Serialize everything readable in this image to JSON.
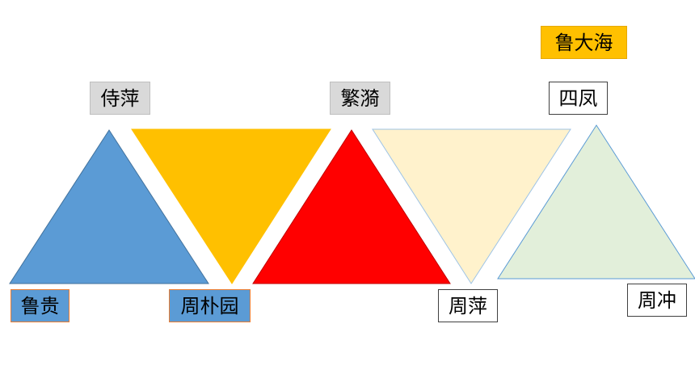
{
  "triangles": [
    {
      "name": "triangle-blue-up",
      "fill": "#5B9BD5",
      "stroke": "#41719C",
      "direction": "up"
    },
    {
      "name": "triangle-orange-down",
      "fill": "#FFC000",
      "stroke": "#FFC000",
      "direction": "down"
    },
    {
      "name": "triangle-red-up",
      "fill": "#FF0000",
      "stroke": "#C00000",
      "direction": "up"
    },
    {
      "name": "triangle-cream-down",
      "fill": "#FFF2CC",
      "stroke": "#9DC3E6",
      "direction": "down"
    },
    {
      "name": "triangle-green-up",
      "fill": "#E2EFDA",
      "stroke": "#5B9BD5",
      "direction": "up"
    }
  ],
  "labels": [
    {
      "name": "label-lu-dahai",
      "text": "鲁大海",
      "bg": "#FFC000",
      "border": "#E6A800"
    },
    {
      "name": "label-shiping",
      "text": "侍萍",
      "bg": "#D9D9D9",
      "border": "#BFBFBF"
    },
    {
      "name": "label-fanyi",
      "text": "繁漪",
      "bg": "#D9D9D9",
      "border": "#BFBFBF"
    },
    {
      "name": "label-sifeng",
      "text": "四凤",
      "bg": "#FFFFFF",
      "border": "#404040"
    },
    {
      "name": "label-lugui",
      "text": "鲁贵",
      "bg": "#5B9BD5",
      "border": "#ED7D31"
    },
    {
      "name": "label-zhou-puyuan",
      "text": "周朴园",
      "bg": "#5B9BD5",
      "border": "#ED7D31"
    },
    {
      "name": "label-zhou-ping",
      "text": "周萍",
      "bg": "#FFFFFF",
      "border": "#404040"
    },
    {
      "name": "label-zhou-chong",
      "text": "周冲",
      "bg": "#FFFFFF",
      "border": "#404040"
    }
  ]
}
